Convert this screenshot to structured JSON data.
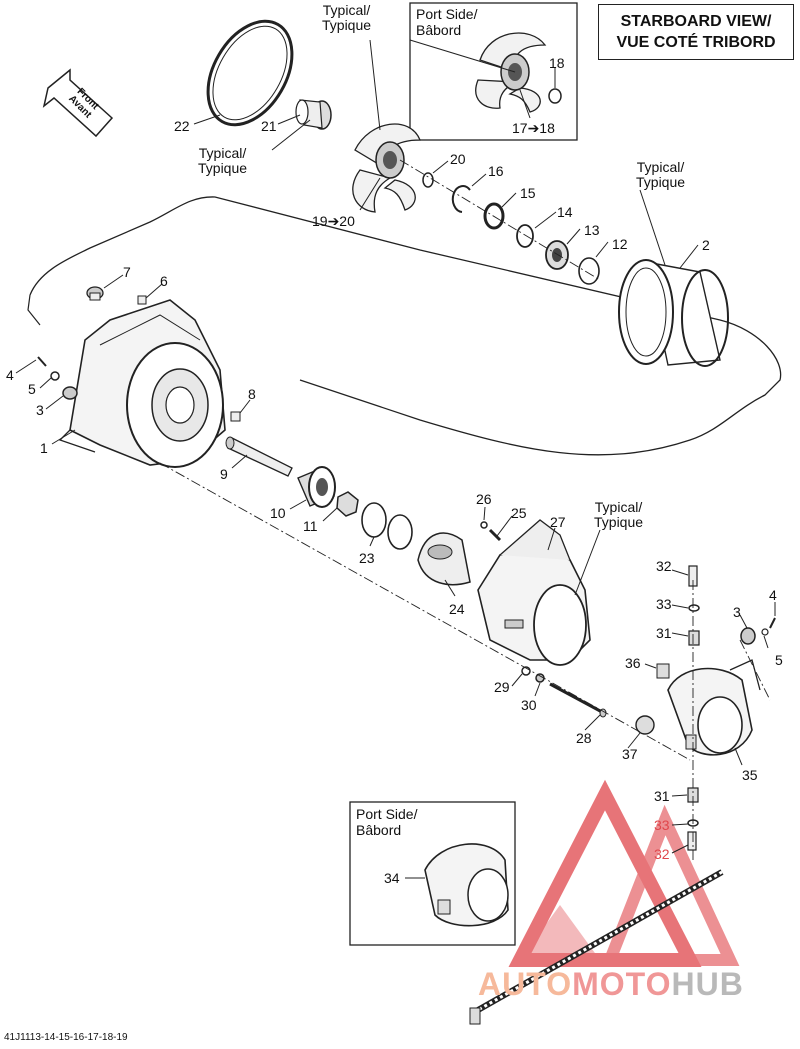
{
  "view_title": {
    "line1": "STARBOARD VIEW/",
    "line2": "VUE COTÉ TRIBORD"
  },
  "front_arrow": {
    "line1": "Front",
    "line2": "Avant"
  },
  "inset_top": {
    "line1": "Port Side/",
    "line2": "Bâbord"
  },
  "inset_bottom": {
    "line1": "Port Side/",
    "line2": "Bâbord"
  },
  "notes": {
    "typical_top": {
      "line1": "Typical/",
      "line2": "Typique"
    },
    "typical_21": {
      "line1": "Typical/",
      "line2": "Typique"
    },
    "typical_2": {
      "line1": "Typical/",
      "line2": "Typique"
    },
    "typical_27": {
      "line1": "Typical/",
      "line2": "Typique"
    }
  },
  "callouts": {
    "c1": "1",
    "c2": "2",
    "c3a": "3",
    "c3b": "3",
    "c4a": "4",
    "c4b": "4",
    "c5a": "5",
    "c5b": "5",
    "c6": "6",
    "c7": "7",
    "c8": "8",
    "c9": "9",
    "c10": "10",
    "c11": "11",
    "c12": "12",
    "c13": "13",
    "c14": "14",
    "c15": "15",
    "c16": "16",
    "c17": "17➔18",
    "c18": "18",
    "c19": "19➔20",
    "c20": "20",
    "c21": "21",
    "c22": "22",
    "c23": "23",
    "c24": "24",
    "c25": "25",
    "c26": "26",
    "c27": "27",
    "c28": "28",
    "c29": "29",
    "c30": "30",
    "c31a": "31",
    "c31b": "31",
    "c32a": "32",
    "c32b": "32",
    "c33a": "33",
    "c33b": "33",
    "c34": "34",
    "c35": "35",
    "c36": "36",
    "c37": "37"
  },
  "diagram_code": "41J1113-14-15-16-17-18-19",
  "watermark": {
    "part1": "AUTO",
    "part2": "MOTO",
    "part3": "HUB"
  },
  "colors": {
    "line": "#222222",
    "watermark_red": "#e0464b",
    "watermark_orange": "#f6b99b",
    "watermark_gray": "#b9b9b9"
  }
}
